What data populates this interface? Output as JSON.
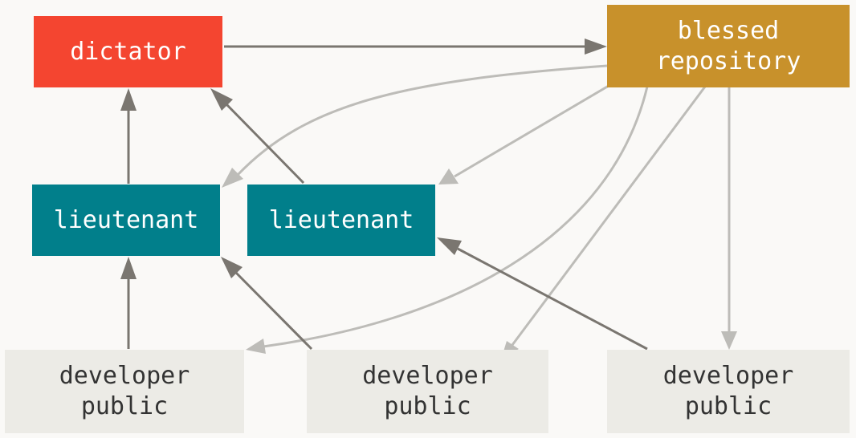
{
  "colors": {
    "dictator": "#f44530",
    "blessed": "#c8912b",
    "lieutenant": "#017f8b",
    "developer": "#ecebe6",
    "arrow_dark": "#7a7670",
    "arrow_light": "#bdbcb8"
  },
  "nodes": {
    "dictator": {
      "label": "dictator"
    },
    "blessed": {
      "line1": "blessed",
      "line2": "repository"
    },
    "lieutenant_1": {
      "label": "lieutenant"
    },
    "lieutenant_2": {
      "label": "lieutenant"
    },
    "developer_1": {
      "line1": "developer",
      "line2": "public"
    },
    "developer_2": {
      "line1": "developer",
      "line2": "public"
    },
    "developer_3": {
      "line1": "developer",
      "line2": "public"
    }
  }
}
